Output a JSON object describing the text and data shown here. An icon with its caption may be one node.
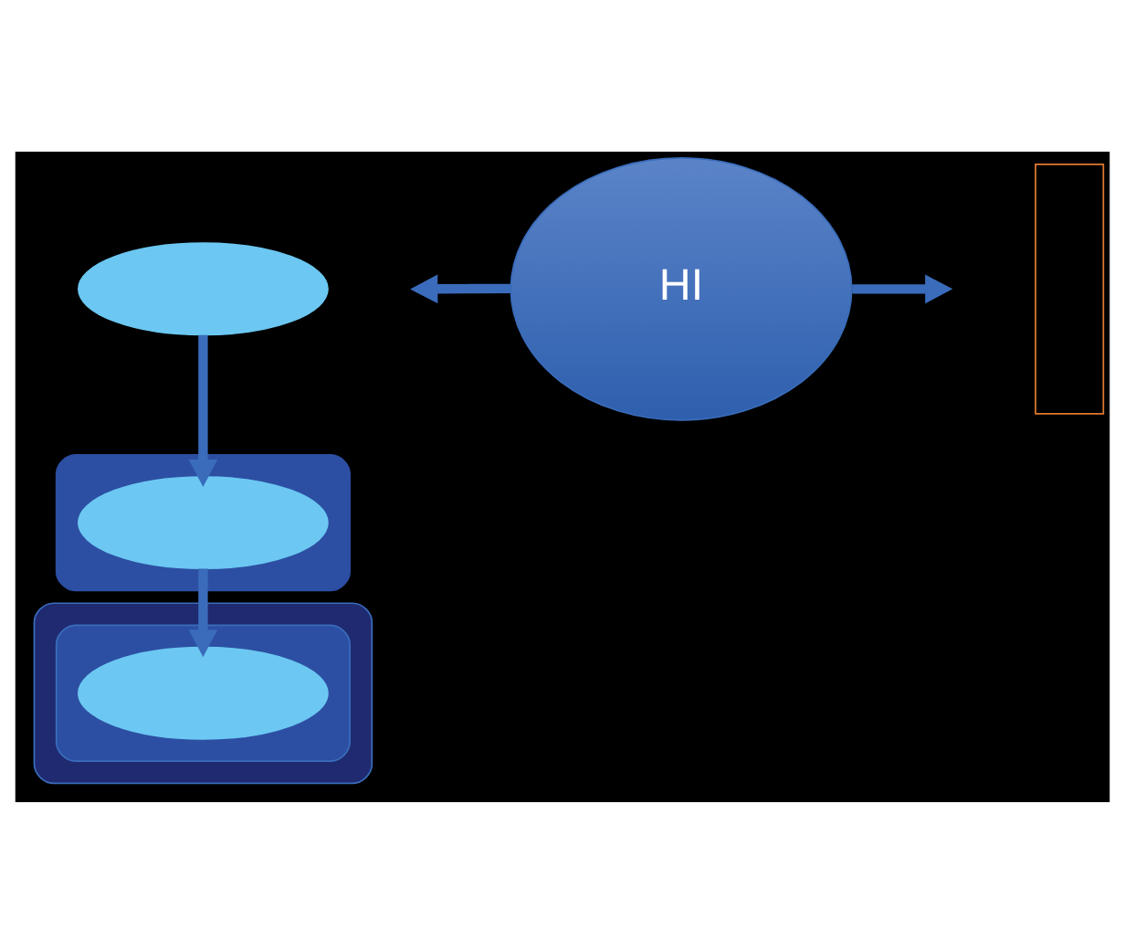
{
  "diagram": {
    "nodes": [
      {
        "text": [],
        "shape": "ellipse"
      },
      {
        "text": [],
        "shape": "ellipse"
      },
      {
        "text": [],
        "shape": "ellipse",
        "in": 1
      },
      {
        "text": [],
        "shape": "ellipse"
      },
      {
        "text": [],
        "shape": "ellipse",
        "in": 3
      },
      {
        "text": [],
        "shape": "ellipse",
        "in": 4
      },
      {
        "text": [
          "HI"
        ]
      },
      {
        "text": [],
        "shape": "box"
      }
    ],
    "edges": [
      {
        "from": 0,
        "to": 2,
        "arrow": "to"
      },
      {
        "from": 6,
        "to": null,
        "arrow": "to"
      },
      {
        "from": 2,
        "to": 5,
        "arrow": "to"
      },
      {
        "from": 6,
        "to": null,
        "arrow": "to"
      }
    ]
  }
}
